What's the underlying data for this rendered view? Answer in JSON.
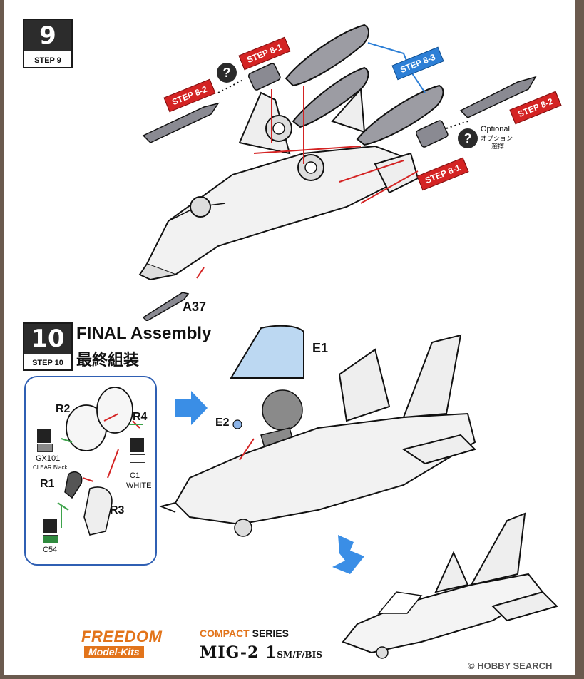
{
  "step9": {
    "number": "9",
    "label": "STEP 9"
  },
  "step10": {
    "number": "10",
    "label": "STEP 10",
    "title_en": "FINAL Assembly",
    "title_jp": "最終組装"
  },
  "tags": {
    "s81_top": "STEP 8-1",
    "s82_left": "STEP 8-2",
    "s83": "STEP 8-3",
    "s82_right": "STEP 8-2",
    "s81_bottom": "STEP 8-1"
  },
  "optional": {
    "en": "Optional",
    "jp1": "オプション",
    "jp2": "選擇"
  },
  "q_mark": "?",
  "part_labels": {
    "a37": "A37",
    "e1": "E1",
    "e2": "E2",
    "r1": "R1",
    "r2": "R2",
    "r3": "R3",
    "r4": "R4"
  },
  "paints": {
    "gx101_code": "GX101",
    "gx101_name": "CLEAR Black",
    "c1_code": "C1",
    "c1_name": "WHITE",
    "c54_code": "C54"
  },
  "footer": {
    "brand_top": "FREEDOM",
    "brand_bottom": "Model-Kits",
    "series_compact": "COMPACT",
    "series": " SERIES",
    "model": "MIG-2 1",
    "variant": "SM/F/BIS"
  },
  "watermark": "© HOBBY SEARCH",
  "colors": {
    "red_tag": "#d42323",
    "blue_tag": "#2d7fd6",
    "inset_border": "#2f5fb3",
    "arrow_blue": "#3a8ee6"
  }
}
